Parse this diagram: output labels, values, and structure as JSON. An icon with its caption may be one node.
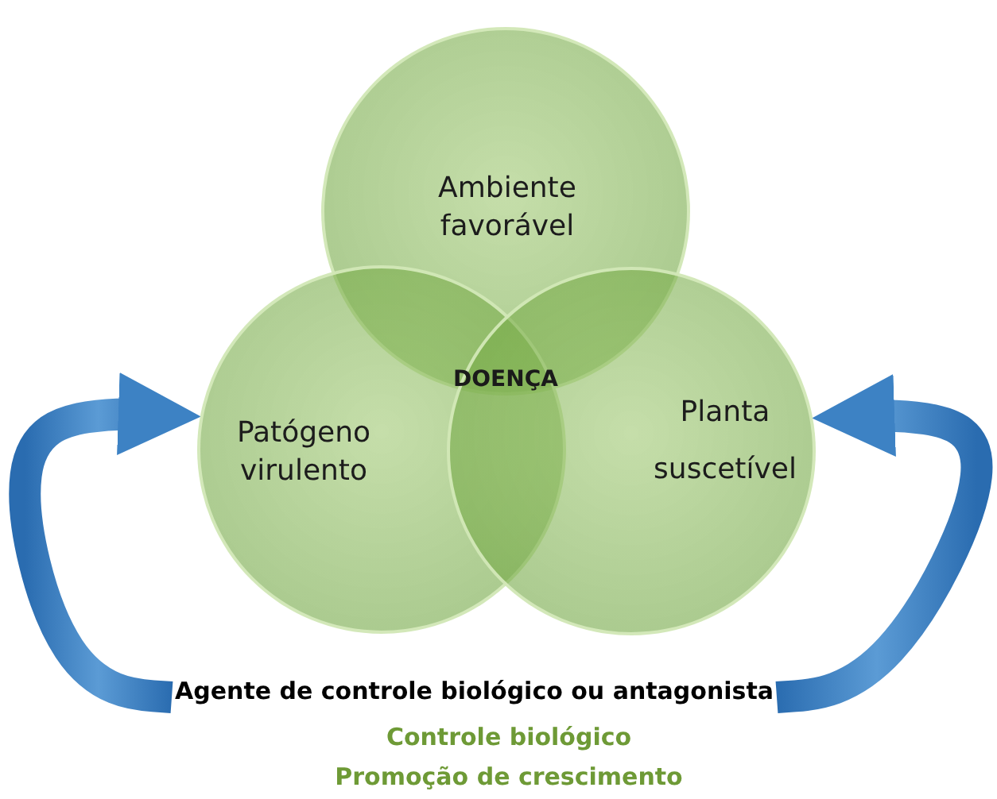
{
  "diagram": {
    "nodes": [
      {
        "text": [
          "Ambiente favorável"
        ]
      },
      {
        "text": [
          "Patógeno virulento"
        ]
      },
      {
        "text": [
          "Planta suscetível"
        ]
      },
      {
        "text": [
          "Agente de controle biológico ou antagonista"
        ]
      }
    ],
    "edges": [
      {
        "from": 3,
        "to": 1,
        "arrow": "to",
        "style": "thick"
      },
      {
        "from": 3,
        "to": 2,
        "arrow": "to",
        "style": "thick"
      }
    ],
    "labels": [
      "DOENÇA",
      "Controle biológico",
      "Promoção de crescimento"
    ]
  }
}
